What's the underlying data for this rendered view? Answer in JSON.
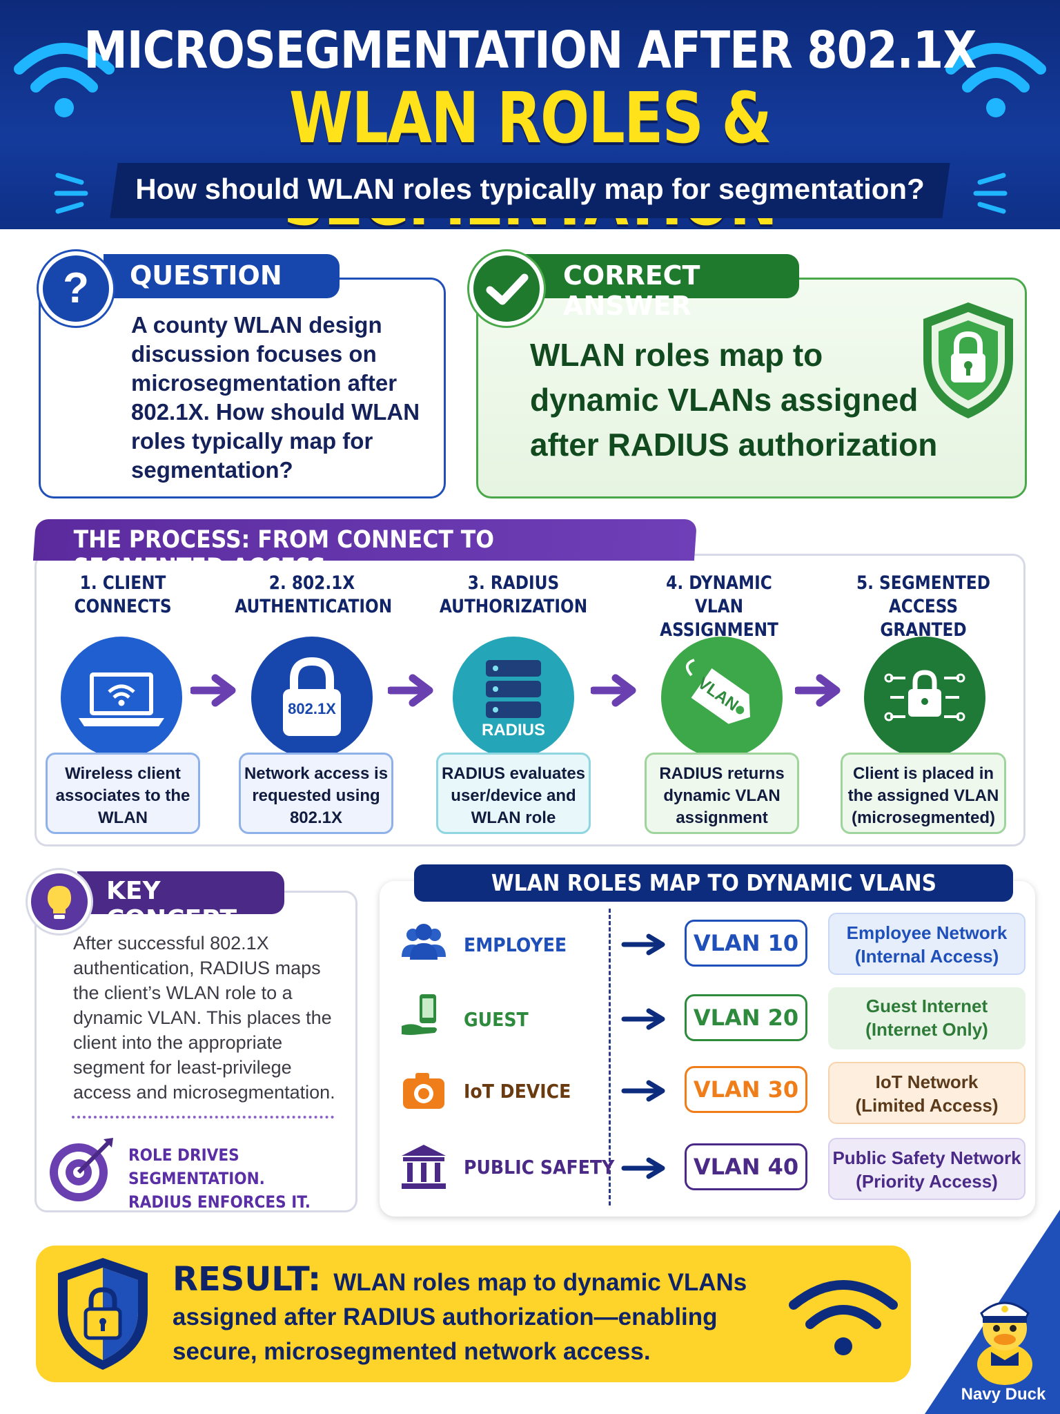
{
  "header": {
    "title_line1": "MICROSEGMENTATION AFTER 802.1X",
    "title_line2": "WLAN ROLES & SEGMENTATION",
    "subtitle": "How should WLAN roles typically map for segmentation?"
  },
  "question": {
    "label": "QUESTION",
    "icon_glyph": "?",
    "text": "A county WLAN design discussion focuses on microsegmentation after 802.1X. How should WLAN roles typically map for segmentation?"
  },
  "answer": {
    "label": "CORRECT ANSWER",
    "text": "WLAN roles map to dynamic VLANs assigned after RADIUS authorization"
  },
  "process": {
    "title": "THE PROCESS: FROM CONNECT TO SEGMENTED ACCESS",
    "steps": [
      {
        "title_line1": "1. CLIENT",
        "title_line2": "CONNECTS",
        "icon": "laptop-wifi-icon",
        "description": "Wireless client associates to the WLAN",
        "color": "#1f5fd0"
      },
      {
        "title_line1": "2. 802.1X",
        "title_line2": "AUTHENTICATION",
        "icon": "padlock-icon",
        "icon_label": "802.1X",
        "description": "Network access is requested using 802.1X",
        "color": "#1746ad"
      },
      {
        "title_line1": "3. RADIUS",
        "title_line2": "AUTHORIZATION",
        "icon": "server-icon",
        "icon_label": "RADIUS",
        "description": "RADIUS evaluates user/device and WLAN role",
        "color": "#25a6b8"
      },
      {
        "title_line1": "4. DYNAMIC VLAN",
        "title_line2": "ASSIGNMENT",
        "icon": "vlan-tag-icon",
        "icon_label": "VLAN",
        "description": "RADIUS returns dynamic VLAN assignment",
        "color": "#3da84a"
      },
      {
        "title_line1": "5. SEGMENTED",
        "title_line2": "ACCESS GRANTED",
        "icon": "network-lock-icon",
        "description": "Client is placed in the assigned VLAN (microsegmented)",
        "color": "#1e7a36"
      }
    ]
  },
  "key_concept": {
    "label": "KEY CONCEPT",
    "text": "After successful 802.1X authentication, RADIUS maps the client’s WLAN role to a dynamic VLAN. This places the client into the appropriate segment for least-privilege access and microsegmentation.",
    "tagline_line1": "ROLE DRIVES SEGMENTATION.",
    "tagline_line2": "RADIUS ENFORCES IT."
  },
  "roles": {
    "title": "WLAN ROLES MAP TO DYNAMIC VLANS",
    "items": [
      {
        "role": "EMPLOYEE",
        "icon": "people-icon",
        "vlan": "VLAN 10",
        "network_line1": "Employee Network",
        "network_line2": "(Internal Access)",
        "color": "#1f4fb8",
        "bg": "#e6eefc"
      },
      {
        "role": "GUEST",
        "icon": "phone-hand-icon",
        "vlan": "VLAN 20",
        "network_line1": "Guest Internet",
        "network_line2": "(Internet Only)",
        "color": "#2e8a3c",
        "bg": "#e8f5e6"
      },
      {
        "role": "IoT DEVICE",
        "icon": "camera-icon",
        "vlan": "VLAN 30",
        "network_line1": "IoT Network",
        "network_line2": "(Limited Access)",
        "color": "#ef7d1a",
        "bg": "#fdeedd"
      },
      {
        "role": "PUBLIC SAFETY",
        "icon": "building-icon",
        "vlan": "VLAN 40",
        "network_line1": "Public Safety Network",
        "network_line2": "(Priority Access)",
        "color": "#5a36a0",
        "bg": "#eeeaf8"
      }
    ]
  },
  "result": {
    "label": "RESULT:",
    "text": "WLAN roles map to dynamic VLANs assigned after RADIUS authorization—enabling secure, microsegmented network access."
  },
  "brand": {
    "name": "Navy Duck"
  }
}
